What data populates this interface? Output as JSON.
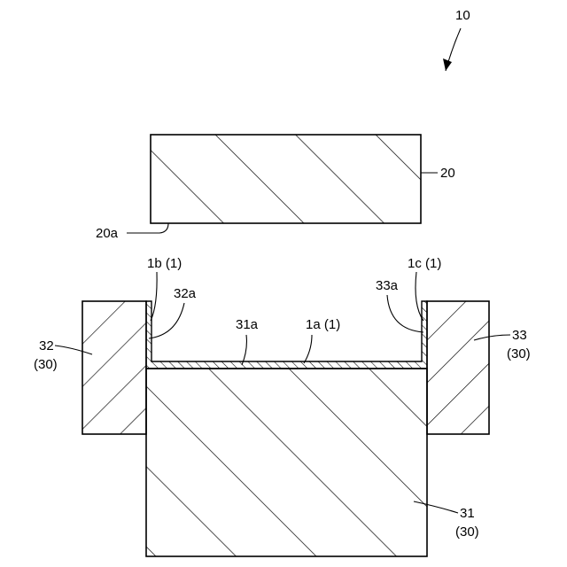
{
  "figure": {
    "assembly_label": "10",
    "labels": {
      "upper_die": "20",
      "upper_die_surface": "20a",
      "film_side_left": "1b (1)",
      "film_side_right": "1c (1)",
      "lower_die_center_surface": "31a",
      "film_bottom": "1a (1)",
      "left_die_surface": "32a",
      "right_die_surface": "33a",
      "left_die": "32",
      "left_die_group": "(30)",
      "right_die": "33",
      "right_die_group": "(30)",
      "center_die": "31",
      "center_die_group": "(30)"
    }
  }
}
